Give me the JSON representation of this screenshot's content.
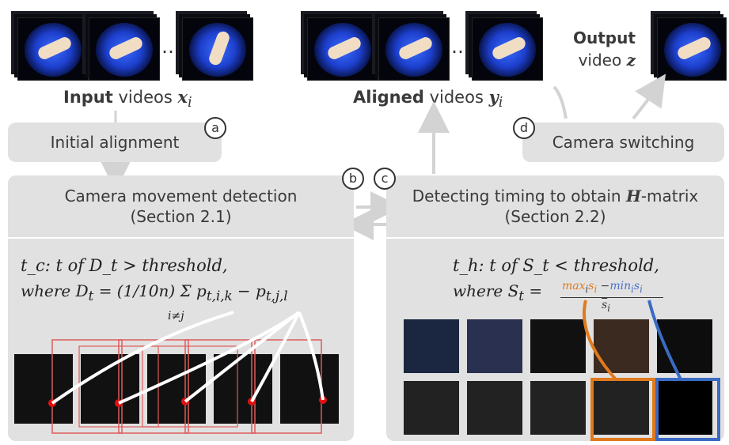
{
  "input": {
    "bold": "Input",
    "rest": " videos ",
    "var": "x",
    "sub": "i"
  },
  "aligned": {
    "bold": "Aligned",
    "rest": " videos ",
    "var": "y",
    "sub": "i"
  },
  "output": {
    "line1": "Output",
    "line2": "video ",
    "var": "z"
  },
  "markers": {
    "a": "a",
    "b": "b",
    "c": "c",
    "d": "d"
  },
  "boxes": {
    "initial": "Initial alignment",
    "camera_switching": "Camera switching",
    "movement_title": "Camera movement detection",
    "movement_section": "(Section 2.1)",
    "timing_title_pre": "Detecting timing to obtain ",
    "timing_title_var": "H",
    "timing_title_post": "-matrix",
    "timing_section": "(Section 2.2)"
  },
  "left_formula": {
    "line1": "t_c: t of D_t > threshold,",
    "line2_pre": "where D",
    "sum_text": "= (1/10n) Σ",
    "cond": "i≠j"
  },
  "right_formula": {
    "line1": "t_h: t of S_t < threshold,",
    "line2_pre": "where S",
    "max_text": "max",
    "min_text": "min",
    "denominator": "s",
    "max_color": "#e07a1e",
    "min_color": "#4a72c8"
  },
  "colors": {
    "box": "#e1e1e1",
    "connector_red": "#e05a5a",
    "orange": "#e07a1e",
    "blue": "#3a6bc4"
  }
}
